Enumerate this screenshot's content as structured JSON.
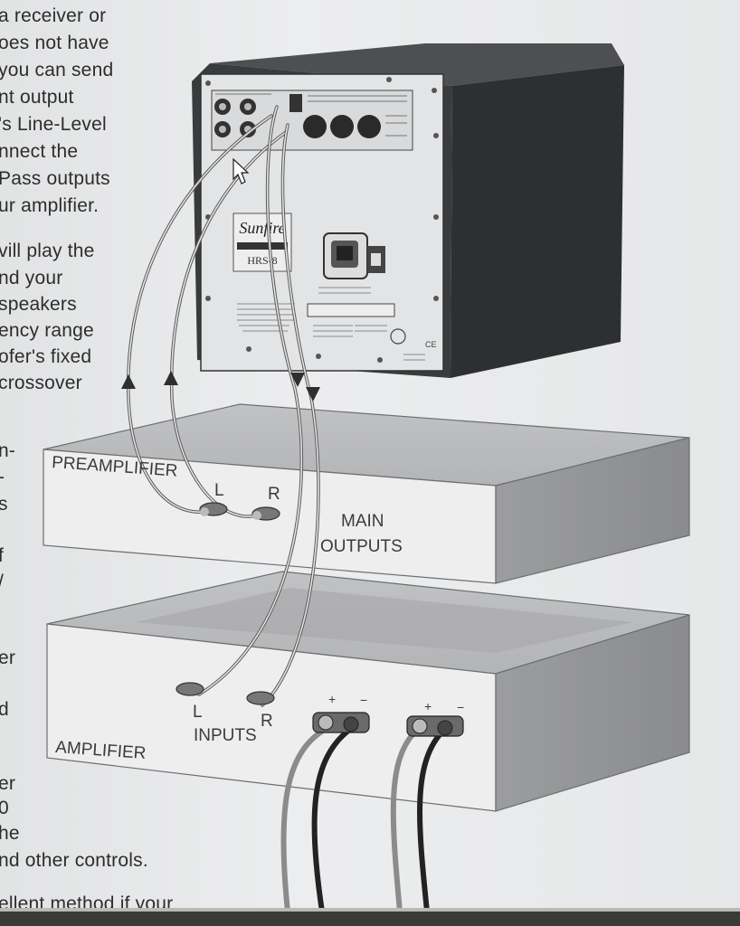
{
  "manual": {
    "paragraph1": [
      "a receiver or",
      "oes not have",
      "you can send",
      "nt output",
      "'s Line-Level",
      "nnect the",
      "Pass outputs",
      "ur amplifier."
    ],
    "paragraph2": [
      "vill play the",
      "nd your",
      " speakers",
      "ency range",
      "ofer's fixed",
      " crossover"
    ],
    "fragments": [
      "n-",
      "-",
      "s",
      "f",
      "/",
      "er",
      "d",
      "er",
      "0",
      "he"
    ],
    "closing": [
      "nd other controls.",
      "ellent method if your"
    ]
  },
  "diagram": {
    "subwoofer": {
      "brand": "Sunfire",
      "model": "HRS-8"
    },
    "preamplifier": {
      "label": "PREAMPLIFIER",
      "left": "L",
      "right": "R",
      "outputs": [
        "MAIN",
        "OUTPUTS"
      ]
    },
    "amplifier": {
      "label": "AMPLIFIER",
      "left": "L",
      "right": "R",
      "inputs": "INPUTS",
      "plus": "+",
      "minus": "−"
    }
  }
}
